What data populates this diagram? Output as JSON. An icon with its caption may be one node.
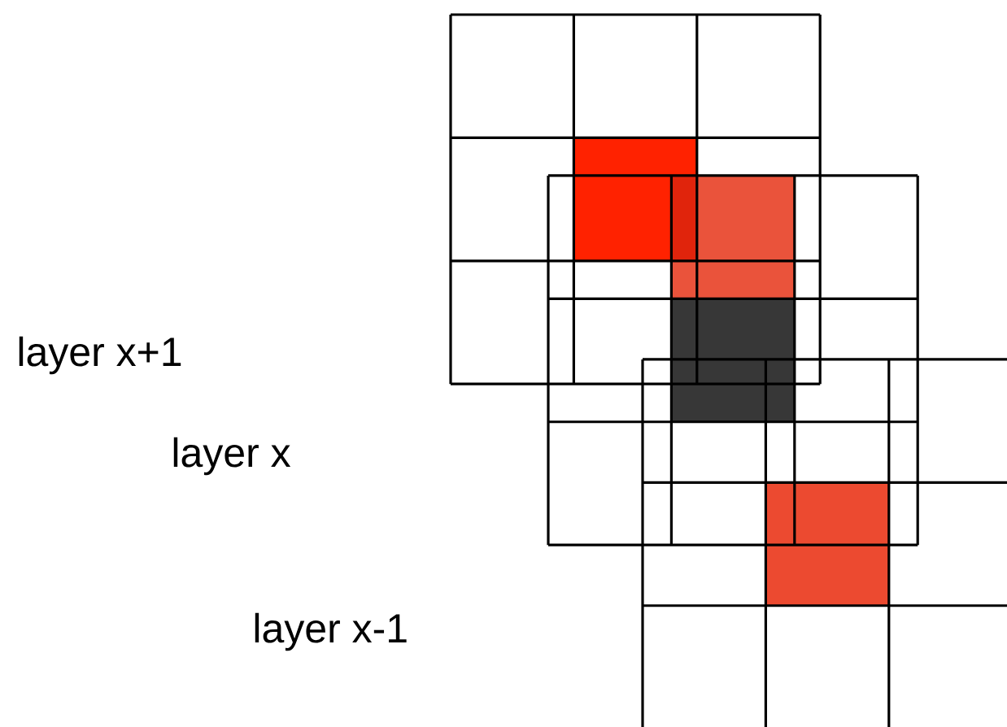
{
  "diagram": {
    "labels": [
      "layer x+1",
      "layer x",
      "layer x-1"
    ]
  }
}
